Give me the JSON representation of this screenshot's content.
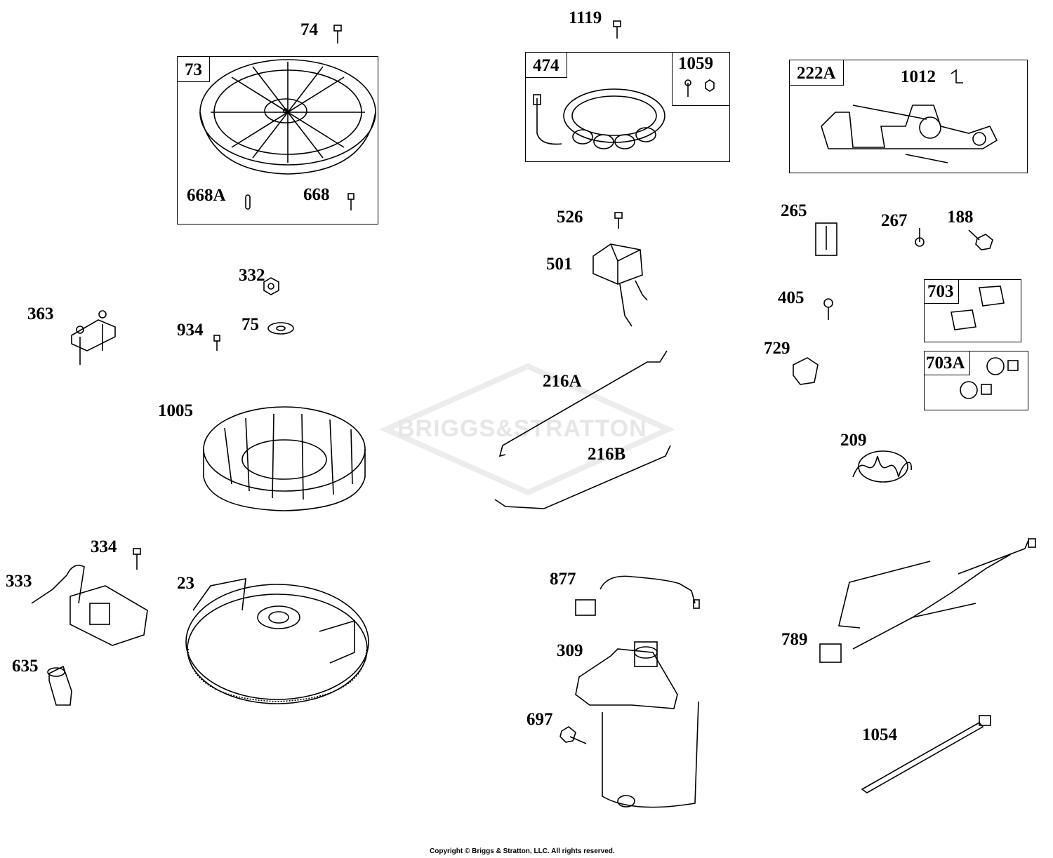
{
  "watermark": "BRIGGS&STRATTON",
  "copyright": "Copyright © Briggs & Stratton, LLC. All rights reserved.",
  "parts": {
    "p74": "74",
    "p73": "73",
    "p668A": "668A",
    "p668": "668",
    "p1119": "1119",
    "p474": "474",
    "p1059": "1059",
    "p222A": "222A",
    "p1012": "1012",
    "p526": "526",
    "p501": "501",
    "p265": "265",
    "p267": "267",
    "p188": "188",
    "p332": "332",
    "p363": "363",
    "p934": "934",
    "p75": "75",
    "p405": "405",
    "p703": "703",
    "p729": "729",
    "p703A": "703A",
    "p216A": "216A",
    "p216B": "216B",
    "p1005": "1005",
    "p209": "209",
    "p334": "334",
    "p333": "333",
    "p23": "23",
    "p877": "877",
    "p789": "789",
    "p309": "309",
    "p635": "635",
    "p697": "697",
    "p1054": "1054"
  },
  "colors": {
    "line": "#000000",
    "watermark": "#e6e6e6"
  }
}
